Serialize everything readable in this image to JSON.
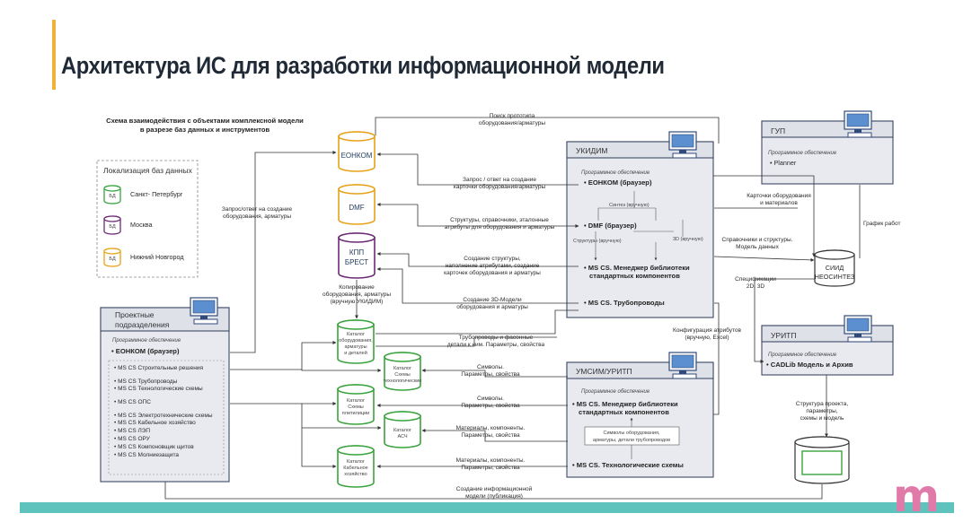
{
  "slide": {
    "title": "Архитектура ИС для разработки информационной модели"
  },
  "scheme": {
    "caption_line1": "Схема взаимодействия с объектами комплексной модели",
    "caption_line2": "в разрезе баз данных и инструментов"
  },
  "legend": {
    "title": "Локализация баз данных",
    "items": [
      {
        "badge": "БД",
        "label": "Санкт- Петербург",
        "color": "#3aa33d"
      },
      {
        "badge": "БД",
        "label": "Москва",
        "color": "#6d2a77"
      },
      {
        "badge": "БД",
        "label": "Нижний Новгород",
        "color": "#e8a21a"
      }
    ]
  },
  "databases": {
    "eonkom": "ЕОНКОМ",
    "dmf": "DMF",
    "kpp_line1": "КПП",
    "kpp_line2": "БРЕСТ"
  },
  "catalogs": [
    {
      "lines": [
        "Каталог",
        "оборудования,",
        "арматуры",
        "и деталей"
      ]
    },
    {
      "lines": [
        "Каталог",
        "Схемы",
        "технологические"
      ]
    },
    {
      "lines": [
        "Каталог",
        "Схемы",
        "плитилиции"
      ]
    },
    {
      "lines": [
        "Каталог",
        "АСЧ"
      ]
    },
    {
      "lines": [
        "Каталог",
        "Кабельное",
        "хозяйство"
      ]
    }
  ],
  "ukidim": {
    "title": "УКИДИМ",
    "software": "Программное обеспечение",
    "items": [
      "• ЕОНКОМ (браузер)",
      "• DMF (браузер)",
      "• MS CS. Менеджер библиотеки",
      "стандартных компонентов",
      "• MS CS. Трубопроводы"
    ],
    "sub_sintez": "Синтез (вручную)",
    "sub_structure": "Структуры (вручную)",
    "sub_3d": "3D (вручную)"
  },
  "gup": {
    "title": "ГУП",
    "software": "Программное обеспечение",
    "item": "• Planner"
  },
  "sid": {
    "line1": "СИИД",
    "line2": "НЕОСИНТЕЗ"
  },
  "uritp": {
    "title": "УРИТП",
    "software": "Программное обеспечение",
    "item": "• CADLib Модель и Архив"
  },
  "umsim": {
    "title": "УМСИМ/УРИТП",
    "software": "Программное обеспечение",
    "item1": "• MS CS. Менеджер библиотеки",
    "item1b": "стандартных компонентов",
    "sub_line1": "Символы оборудования,",
    "sub_line2": "арматуры, детали трубопроводов",
    "item2": "• MS CS. Технологические схемы"
  },
  "proj": {
    "title_line1": "Проектные",
    "title_line2": "подразделения",
    "software": "Программное обеспечение",
    "eonkom": "• ЕОНКОМ (браузер)",
    "items": [
      "• MS CS Строительные решения",
      "• MS CS Трубопроводы",
      "• MS CS Технологические схемы",
      "• MS CS ОПС",
      "• MS CS Электротехнические схемы",
      "• MS CS Кабельное хозяйство",
      "• MS CS ЛЭП",
      "• MS CS ОРУ",
      "• MS CS Компоновщик щитов",
      "• MS CS Молниезащита"
    ]
  },
  "labels": {
    "search_proto_1": "Поиск прототипа",
    "search_proto_2": "оборудования/арматуры",
    "req_create_1": "Запрос / ответ на создание",
    "req_create_2": "карточки оборудования/арматуры",
    "structs_1": "Структуры, справочники, эталонные",
    "structs_2": "атрибуты для оборудования и арматуры",
    "create_struct_1": "Создание структуры,",
    "create_struct_2": "наполнение атрибутами, создание",
    "create_struct_3": "карточек оборудования и арматуры",
    "create_3d_1": "Создание 3D-Модели",
    "create_3d_2": "оборудования и арматуры",
    "left_req_1": "Запрос/ответ на создание",
    "left_req_2": "оборудования, арматуры",
    "copy_1": "Копирование",
    "copy_2": "оборудования, арматуры",
    "copy_3": "(вручную УКИДИМ)",
    "pipes_1": "Трубопроводы и фасонные",
    "pipes_2": "детали к ним. Параметры, свойства",
    "sym1_1": "Символы.",
    "sym1_2": "Параметры, свойства",
    "sym2_1": "Символы.",
    "sym2_2": "Параметры, свойства",
    "mat1_1": "Материалы, компоненты.",
    "mat1_2": "Параметры, свойства",
    "mat2_1": "Материалы, компоненты.",
    "mat2_2": "Параметры, свойства",
    "pub_1": "Создание информационной",
    "pub_2": "модели (публикация)",
    "cards_1": "Карточки оборудования",
    "cards_2": "и материалов",
    "refs_1": "Справочники и структуры.",
    "refs_2": "Модель данных",
    "schedule": "График работ",
    "spec_1": "Спецификации",
    "spec_2": "2D, 3D",
    "config_1": "Конфигурация атрибутов",
    "config_2": "(вручную, Excel)",
    "proj_struct_1": "Структура проекта,",
    "proj_struct_2": "параметры,",
    "proj_struct_3": "схемы и модель"
  }
}
